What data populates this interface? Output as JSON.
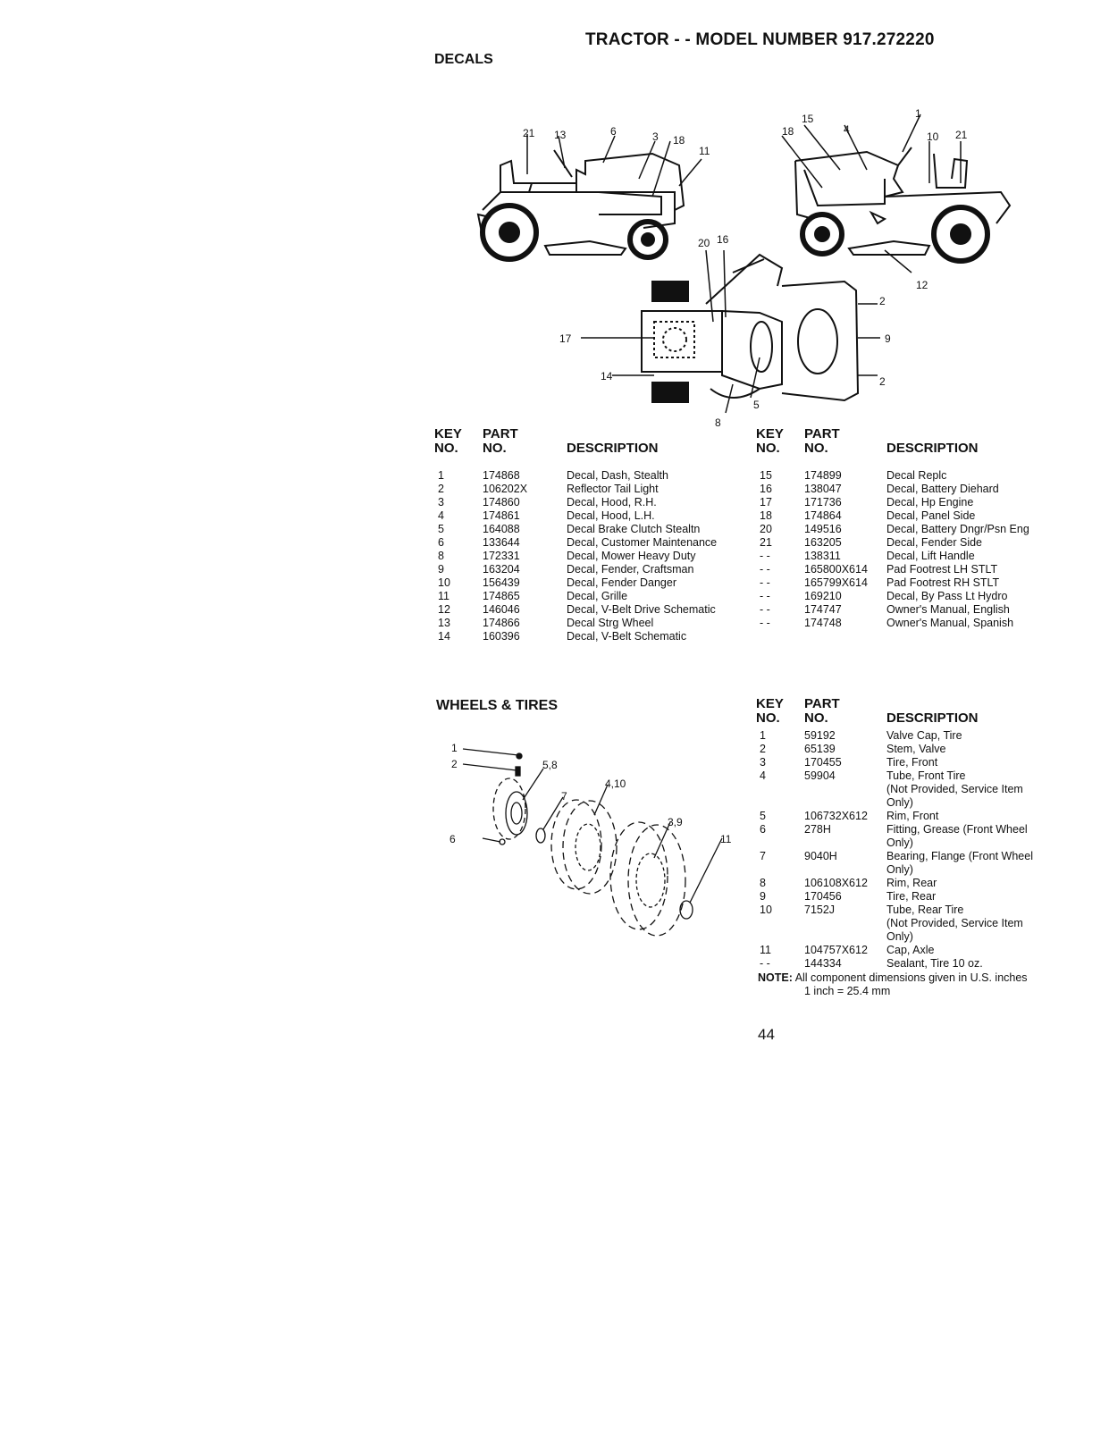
{
  "page_title": "TRACTOR - - MODEL NUMBER 917.272220",
  "decals": {
    "heading": "DECALS",
    "headers": {
      "key_top": "KEY",
      "key_bottom": "NO.",
      "part_top": "PART",
      "part_bottom": "NO.",
      "description": "DESCRIPTION"
    },
    "left_rows": [
      {
        "key": "1",
        "part": "174868",
        "desc": "Decal, Dash, Stealth"
      },
      {
        "key": "2",
        "part": "106202X",
        "desc": "Reflector Tail Light"
      },
      {
        "key": "3",
        "part": "174860",
        "desc": "Decal, Hood, R.H."
      },
      {
        "key": "4",
        "part": "174861",
        "desc": "Decal, Hood, L.H."
      },
      {
        "key": "5",
        "part": "164088",
        "desc": "Decal Brake Clutch Stealtn"
      },
      {
        "key": "6",
        "part": "133644",
        "desc": "Decal, Customer Maintenance"
      },
      {
        "key": "8",
        "part": "172331",
        "desc": "Decal, Mower Heavy Duty"
      },
      {
        "key": "9",
        "part": "163204",
        "desc": "Decal, Fender, Craftsman"
      },
      {
        "key": "10",
        "part": "156439",
        "desc": "Decal, Fender Danger"
      },
      {
        "key": "11",
        "part": "174865",
        "desc": "Decal, Grille"
      },
      {
        "key": "12",
        "part": "146046",
        "desc": "Decal, V-Belt Drive Schematic"
      },
      {
        "key": "13",
        "part": "174866",
        "desc": "Decal Strg Wheel"
      },
      {
        "key": "14",
        "part": "160396",
        "desc": "Decal, V-Belt Schematic"
      }
    ],
    "right_rows": [
      {
        "key": "15",
        "part": "174899",
        "desc": "Decal Replc"
      },
      {
        "key": "16",
        "part": "138047",
        "desc": "Decal, Battery Diehard"
      },
      {
        "key": "17",
        "part": "171736",
        "desc": "Decal, Hp Engine"
      },
      {
        "key": "18",
        "part": "174864",
        "desc": "Decal, Panel Side"
      },
      {
        "key": "20",
        "part": "149516",
        "desc": "Decal, Battery Dngr/Psn Eng"
      },
      {
        "key": "21",
        "part": "163205",
        "desc": "Decal, Fender Side"
      },
      {
        "key": "- -",
        "part": "138311",
        "desc": "Decal, Lift Handle"
      },
      {
        "key": "- -",
        "part": "165800X614",
        "desc": "Pad Footrest LH STLT"
      },
      {
        "key": "- -",
        "part": "165799X614",
        "desc": "Pad Footrest RH STLT"
      },
      {
        "key": "- -",
        "part": "169210",
        "desc": "Decal, By Pass Lt Hydro"
      },
      {
        "key": "- -",
        "part": "174747",
        "desc": "Owner's Manual, English"
      },
      {
        "key": "- -",
        "part": "174748",
        "desc": "Owner's Manual, Spanish"
      }
    ],
    "callouts": {
      "c21a": "21",
      "c13": "13",
      "c6": "6",
      "c3": "3",
      "c18a": "18",
      "c11": "11",
      "c15": "15",
      "c18b": "18",
      "c4": "4",
      "c1": "1",
      "c10": "10",
      "c21b": "21",
      "c20": "20",
      "c16": "16",
      "c12": "12",
      "c2a": "2",
      "c9": "9",
      "c2b": "2",
      "c17": "17",
      "c14": "14",
      "c5": "5",
      "c8": "8"
    }
  },
  "wheels": {
    "heading": "WHEELS & TIRES",
    "rows": [
      {
        "key": "1",
        "part": "59192",
        "desc": "Valve Cap, Tire"
      },
      {
        "key": "2",
        "part": "65139",
        "desc": "Stem, Valve"
      },
      {
        "key": "3",
        "part": "170455",
        "desc": "Tire, Front"
      },
      {
        "key": "4",
        "part": "59904",
        "desc": "Tube, Front Tire"
      },
      {
        "key": "",
        "part": "",
        "desc": "(Not Provided, Service Item"
      },
      {
        "key": "",
        "part": "",
        "desc": "Only)"
      },
      {
        "key": "5",
        "part": "106732X612",
        "desc": "Rim, Front"
      },
      {
        "key": "6",
        "part": "278H",
        "desc": "Fitting, Grease (Front Wheel"
      },
      {
        "key": "",
        "part": "",
        "desc": "Only)"
      },
      {
        "key": "7",
        "part": "9040H",
        "desc": "Bearing, Flange (Front Wheel"
      },
      {
        "key": "",
        "part": "",
        "desc": "Only)"
      },
      {
        "key": "8",
        "part": "106108X612",
        "desc": "Rim, Rear"
      },
      {
        "key": "9",
        "part": "170456",
        "desc": "Tire, Rear"
      },
      {
        "key": "10",
        "part": "7152J",
        "desc": "Tube, Rear Tire"
      },
      {
        "key": "",
        "part": "",
        "desc": "(Not Provided, Service Item"
      },
      {
        "key": "",
        "part": "",
        "desc": "Only)"
      },
      {
        "key": "11",
        "part": "104757X612",
        "desc": "Cap, Axle"
      },
      {
        "key": "- -",
        "part": "144334",
        "desc": "Sealant, Tire 10 oz."
      }
    ],
    "note_label": "NOTE:",
    "note_text": "All component dimensions given in U.S. inches",
    "note_line2": "1 inch = 25.4 mm",
    "callouts": {
      "w1": "1",
      "w2": "2",
      "w58": "5,8",
      "w410": "4,10",
      "w7": "7",
      "w39": "3,9",
      "w6": "6",
      "w11": "11"
    }
  },
  "page_number": "44"
}
